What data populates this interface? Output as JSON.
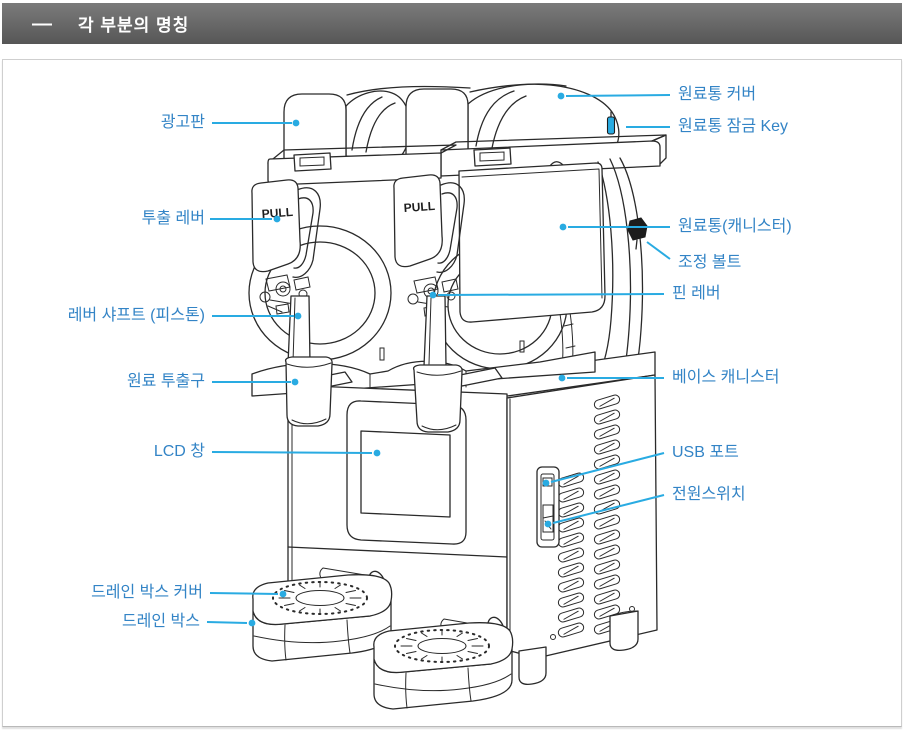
{
  "header": {
    "dash_icon": "—",
    "title": "각 부분의 명칭"
  },
  "colors": {
    "label_text": "#3384c6",
    "leader_line": "#29abe2",
    "header_top": "#7b7b7b",
    "header_bottom": "#565656",
    "drawing_stroke": "#2a2a2a"
  },
  "machine": {
    "pull_label": "PULL"
  },
  "labels": {
    "left": [
      {
        "id": "ad-board",
        "text": "광고판"
      },
      {
        "id": "dispense-lever",
        "text": "투출 레버"
      },
      {
        "id": "lever-shaft",
        "text": "레버 샤프트 (피스톤)"
      },
      {
        "id": "material-outlet",
        "text": "원료 투출구"
      },
      {
        "id": "lcd-window",
        "text": "LCD 창"
      },
      {
        "id": "drain-box-cover",
        "text": "드레인 박스 커버"
      },
      {
        "id": "drain-box",
        "text": "드레인 박스"
      }
    ],
    "right": [
      {
        "id": "container-cover",
        "text": "원료통 커버"
      },
      {
        "id": "container-lock-key",
        "text": "원료통 잠금 Key"
      },
      {
        "id": "container-canister",
        "text": "원료통(캐니스터)"
      },
      {
        "id": "adjust-bolt",
        "text": "조정 볼트"
      },
      {
        "id": "pin-lever",
        "text": "핀 레버"
      },
      {
        "id": "base-canister",
        "text": "베이스 캐니스터"
      },
      {
        "id": "usb-port",
        "text": "USB 포트"
      },
      {
        "id": "power-switch",
        "text": "전원스위치"
      }
    ]
  }
}
